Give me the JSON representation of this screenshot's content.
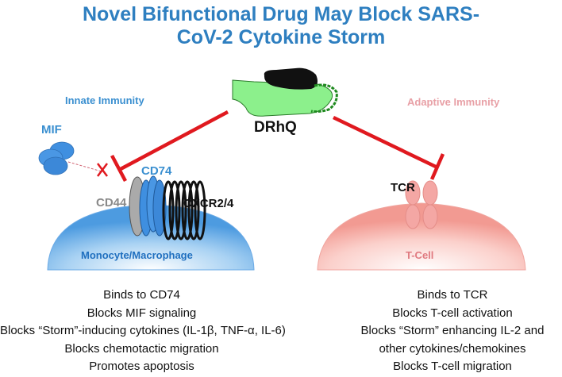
{
  "title": {
    "line1": "Novel Bifunctional Drug May Block SARS-",
    "line2": "CoV-2 Cytokine Storm"
  },
  "drug": {
    "label": "DRhQ"
  },
  "innate": {
    "heading": "Innate Immunity",
    "mif_label": "MIF",
    "cd74_label": "CD74",
    "cd44_label": "CD44",
    "cxcr_label": "CXCR2/4",
    "cell_label": "Monocyte/Macrophage",
    "effects": [
      "Binds to CD74",
      "Blocks MIF signaling",
      "Blocks “Storm”-inducing cytokines (IL-1β, TNF-α, IL-6)",
      "Blocks chemotactic migration",
      "Promotes apoptosis"
    ]
  },
  "adaptive": {
    "heading": "Adaptive Immunity",
    "tcr_label": "TCR",
    "cell_label": "T-Cell",
    "effects": [
      "Binds to TCR",
      "Blocks T-cell activation",
      "Blocks “Storm” enhancing IL-2 and",
      "other cytokines/chemokines",
      "Blocks T-cell migration"
    ]
  },
  "colors": {
    "title": "#2e7fc0",
    "innate_heading": "#3a8fd0",
    "adaptive_heading": "#e8a0a6",
    "inhibition": "#e0191f",
    "drug_body": "#8cf08c",
    "drug_linker": "#1f8a1f",
    "mif": "#3f8fe0",
    "cd74": "#3f8fe0",
    "cd44": "#aaaaaa",
    "tcr": "#f4a7a4",
    "monocyte": "#5aa6e6",
    "tcell": "#f6b0aa"
  }
}
